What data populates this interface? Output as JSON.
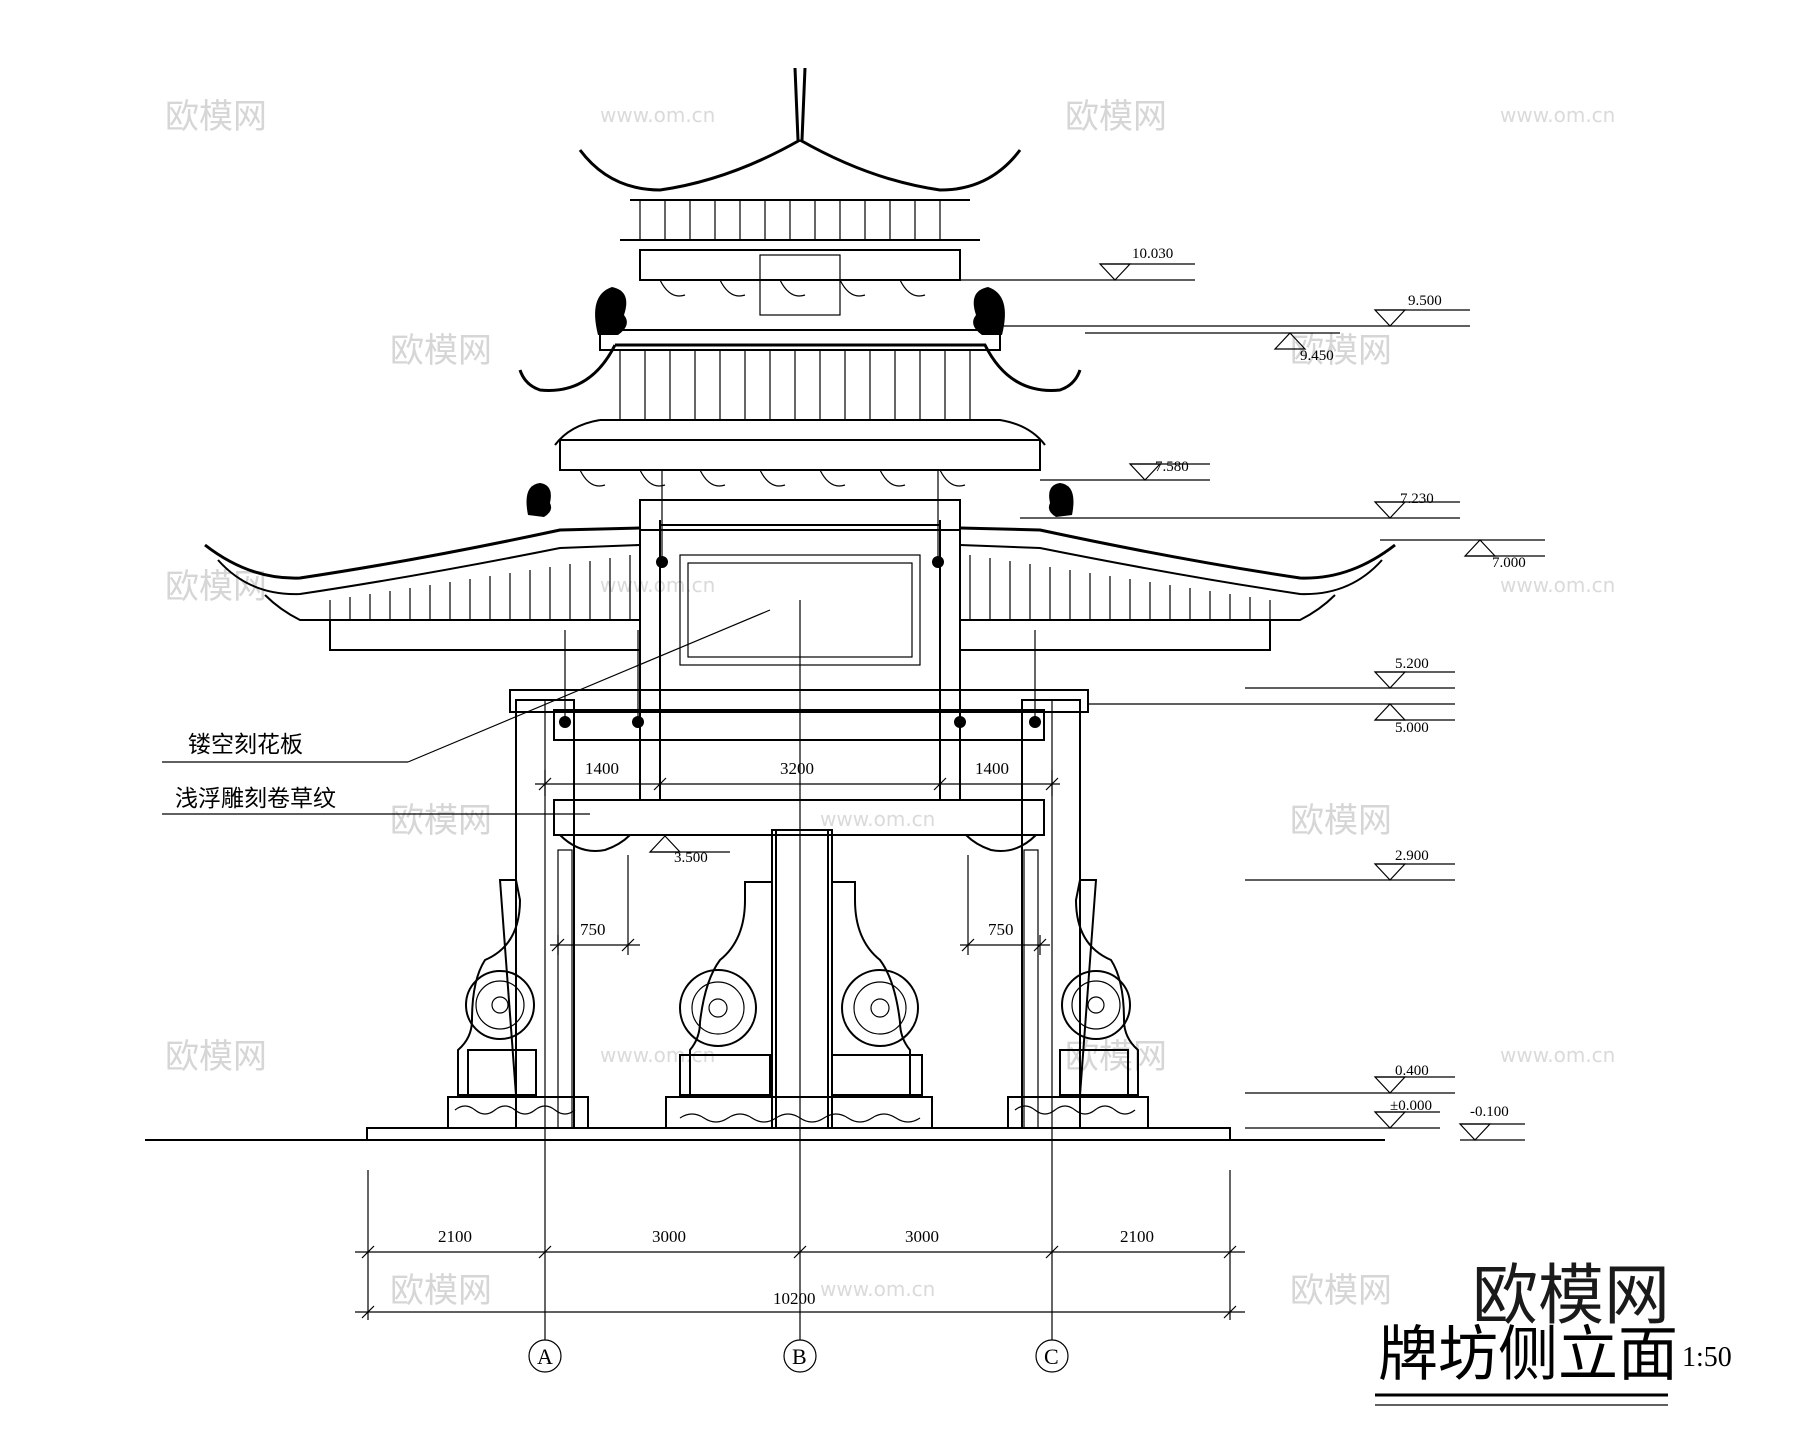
{
  "title": "牌坊侧立面",
  "scale": "1:50",
  "logo": "欧模网",
  "watermark": {
    "brand": "欧模网",
    "url": "www.om.cn"
  },
  "elevations": [
    {
      "id": "e10030",
      "value": "10.030"
    },
    {
      "id": "e9500",
      "value": "9.500"
    },
    {
      "id": "e9450",
      "value": "9.450"
    },
    {
      "id": "e7580",
      "value": "7.580"
    },
    {
      "id": "e7230",
      "value": "7.230"
    },
    {
      "id": "e7000",
      "value": "7.000"
    },
    {
      "id": "e5200",
      "value": "5.200"
    },
    {
      "id": "e5000",
      "value": "5.000"
    },
    {
      "id": "e3500",
      "value": "3.500"
    },
    {
      "id": "e2900",
      "value": "2.900"
    },
    {
      "id": "e0400",
      "value": "0.400"
    },
    {
      "id": "e0000",
      "value": "±0.000"
    },
    {
      "id": "em0100",
      "value": "-0.100"
    }
  ],
  "dimensions": {
    "upper": [
      "1400",
      "3200",
      "1400"
    ],
    "inner": [
      "750",
      "750"
    ],
    "base": [
      "2100",
      "3000",
      "3000",
      "2100"
    ],
    "total": "10200"
  },
  "annotations": {
    "carved_panel": "镂空刻花板",
    "relief_carving": "浅浮雕刻卷草纹"
  },
  "axes": [
    "A",
    "B",
    "C"
  ]
}
